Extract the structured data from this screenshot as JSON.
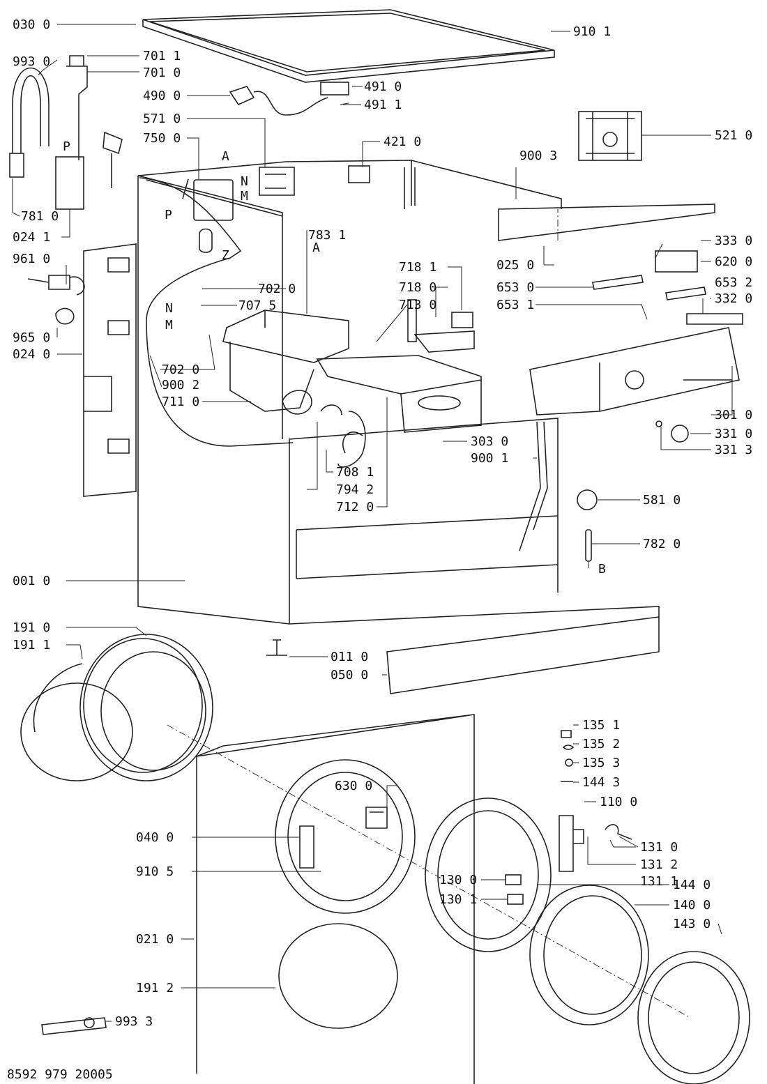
{
  "drawing_number": "8592 979 20005",
  "parts": {
    "p0300": "030 0",
    "p9930": "993 0",
    "p7011": "701 1",
    "p7010": "701 0",
    "p9101": "910 1",
    "p4900": "490 0",
    "p4910": "491 0",
    "p4911": "491 1",
    "p5710": "571 0",
    "p7500": "750 0",
    "p5210": "521 0",
    "p4210": "421 0",
    "p9003": "900 3",
    "p7810": "781 0",
    "p0241": "024 1",
    "p7831": "783 1",
    "p3330": "333 0",
    "p6200": "620 0",
    "p9610": "961 0",
    "p0250": "025 0",
    "p6530": "653 0",
    "p6532": "653 2",
    "p6531": "653 1",
    "p3320": "332 0",
    "p7181": "718 1",
    "p7180": "718 0",
    "p7130": "713 0",
    "p7020a": "702 0",
    "p7075": "707 5",
    "p9650": "965 0",
    "p0240": "024 0",
    "p7020b": "702 0",
    "p9002": "900 2",
    "p7110": "711 0",
    "p3010": "301 0",
    "p3310": "331 0",
    "p3313": "331 3",
    "p3030": "303 0",
    "p9001": "900 1",
    "p7081": "708 1",
    "p7942": "794 2",
    "p7120": "712 0",
    "p5810": "581 0",
    "p7820": "782 0",
    "p0010": "001 0",
    "p1910": "191 0",
    "p1911": "191 1",
    "p0110": "011 0",
    "p0500": "050 0",
    "p1351": "135 1",
    "p1352": "135 2",
    "p1353": "135 3",
    "p1443": "144 3",
    "p6300": "630 0",
    "p1100": "110 0",
    "p0400": "040 0",
    "p1310": "131 0",
    "p1312": "131 2",
    "p1311": "131 1",
    "p9105": "910 5",
    "p1300": "130 0",
    "p1440": "144 0",
    "p1301": "130 1",
    "p1400": "140 0",
    "p1430": "143 0",
    "p0210": "021 0",
    "p1912": "191 2",
    "p9933": "993 3"
  },
  "markers": {
    "P1": "P",
    "A1": "A",
    "N1": "N",
    "M1": "M",
    "P2": "P",
    "Z": "Z",
    "A2": "A",
    "N2": "N",
    "M2": "M",
    "B": "B"
  }
}
